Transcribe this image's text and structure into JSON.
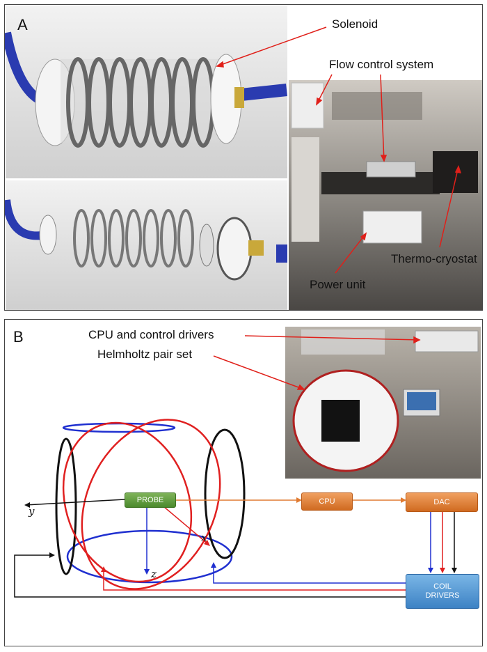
{
  "panel_a": {
    "letter": "A",
    "labels": {
      "solenoid": "Solenoid",
      "flow_control": "Flow control system",
      "thermo_cryostat": "Thermo-cryostat",
      "power_unit": "Power unit"
    }
  },
  "panel_b": {
    "letter": "B",
    "labels": {
      "cpu_drivers": "CPU and control drivers",
      "helmholtz": "Helmholtz pair set"
    },
    "nodes": {
      "probe": "PROBE",
      "cpu": "CPU",
      "dac": "DAC",
      "coil_line1": "COIL",
      "coil_line2": "DRIVERS"
    },
    "axes": {
      "x": "x",
      "y": "y",
      "z": "z"
    }
  },
  "colors": {
    "arrow_red": "#e0201a",
    "coil_red": "#e02020",
    "coil_blue": "#2030d0",
    "coil_black": "#111111",
    "connector_orange": "#e07a30",
    "probe_green": "#5b9a3a"
  }
}
